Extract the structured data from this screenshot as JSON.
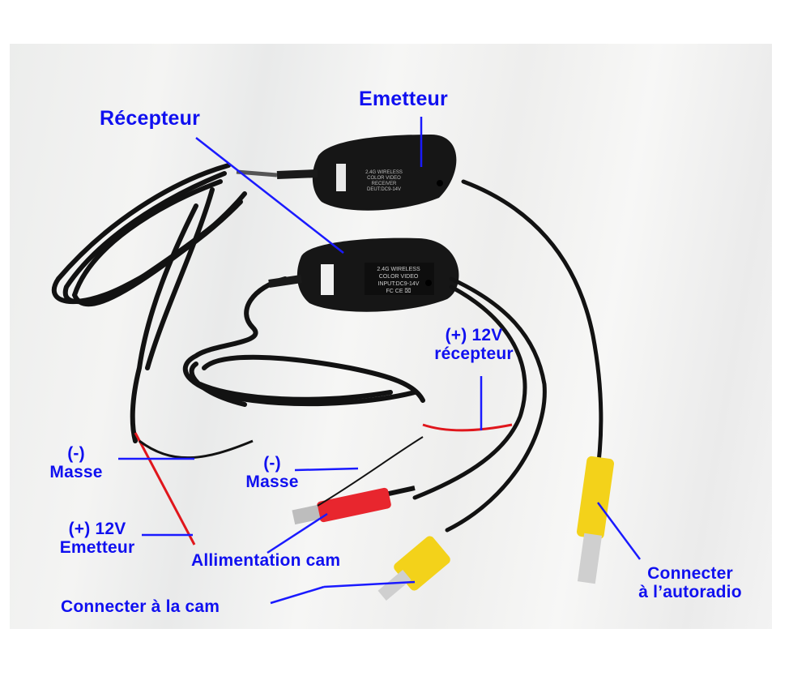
{
  "image": {
    "description": "Wireless 2.4G color video transmitter/receiver kit for car reversing camera, annotated in French",
    "label_color": "#1010f0",
    "background_color": "#ffffff"
  },
  "devices": {
    "transmitter_box": {
      "print_lines": [
        "2.4G WIRELESS",
        "COLOR   VIDEO",
        "RECEIVER",
        "DEUT:DC9-14V"
      ]
    },
    "receiver_box": {
      "print_lines": [
        "2.4G WIRELESS",
        "COLOR   VIDEO",
        "INPUT:DC9-14V",
        "FC  CE  ⌧"
      ]
    }
  },
  "labels": {
    "recepteur": "Récepteur",
    "emetteur_top": "Emetteur",
    "plus12v_recepteur_line1": "(+) 12V",
    "plus12v_recepteur_line2": "récepteur",
    "masse_left_line1": "(-)",
    "masse_left_line2": "Masse",
    "masse_mid_line1": "(-)",
    "masse_mid_line2": "Masse",
    "plus12v_emetteur_line1": "(+) 12V",
    "plus12v_emetteur_line2": "Emetteur",
    "allimentation_cam": "Allimentation cam",
    "connecter_cam": "Connecter à la cam",
    "connecter_autoradio_line1": "Connecter",
    "connecter_autoradio_line2": "à l’autoradio"
  }
}
